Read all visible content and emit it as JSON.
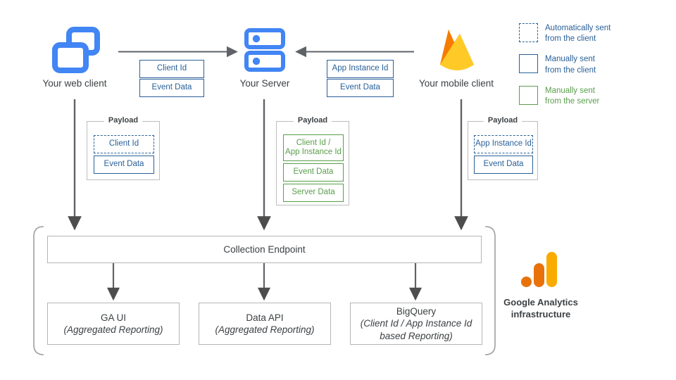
{
  "diagram": {
    "nodes": {
      "web_client": "Your web client",
      "server": "Your Server",
      "mobile_client": "Your mobile client"
    },
    "transfers": {
      "web_to_server": [
        "Client Id",
        "Event Data"
      ],
      "mobile_to_server": [
        "App Instance Id",
        "Event Data"
      ]
    },
    "payload_title": "Payload",
    "payloads": {
      "web": [
        {
          "label": "Client Id",
          "style": "blue-dashed"
        },
        {
          "label": "Event Data",
          "style": "blue"
        }
      ],
      "server": [
        {
          "label": "Client Id /\nApp Instance Id",
          "line1": "Client Id /",
          "line2": "App Instance Id",
          "style": "green"
        },
        {
          "label": "Event Data",
          "style": "green"
        },
        {
          "label": "Server Data",
          "style": "green"
        }
      ],
      "mobile": [
        {
          "label": "App Instance Id",
          "style": "blue-dashed"
        },
        {
          "label": "Event Data",
          "style": "blue"
        }
      ]
    },
    "collection_endpoint": "Collection Endpoint",
    "outputs": [
      {
        "title": "GA UI",
        "subtitle": "(Aggregated Reporting)",
        "subtitle2": ""
      },
      {
        "title": "Data API",
        "subtitle": "(Aggregated Reporting)",
        "subtitle2": ""
      },
      {
        "title": "BigQuery",
        "subtitle": "(Client Id / App Instance Id",
        "subtitle2": "based Reporting)"
      }
    ],
    "infrastructure_caption": {
      "line1": "Google Analytics",
      "line2": "infrastructure"
    },
    "legend": [
      {
        "line1": "Automatically sent",
        "line2": "from the client",
        "style": "blue-dashed",
        "color": "#2a6099"
      },
      {
        "line1": "Manually sent",
        "line2": "from the client",
        "style": "blue",
        "color": "#2a6099"
      },
      {
        "line1": "Manually sent",
        "line2": "from the server",
        "style": "green",
        "color": "#5a9e4b"
      }
    ],
    "colors": {
      "blue": "#2a6099",
      "green": "#5a9e4b",
      "icon_blue": "#4285f4",
      "arrow_grey": "#5f6368",
      "box_grey": "#b5b5b5",
      "ga_orange_dark": "#e8710a",
      "ga_orange_light": "#f9ab00",
      "firebase_amber": "#ffa000",
      "firebase_yellow": "#ffca28",
      "firebase_orange": "#f57c00"
    },
    "icon_names": {
      "web": "browser-windows-icon",
      "server": "server-rack-icon",
      "mobile": "firebase-flame-icon",
      "ga": "google-analytics-logo-icon"
    }
  }
}
